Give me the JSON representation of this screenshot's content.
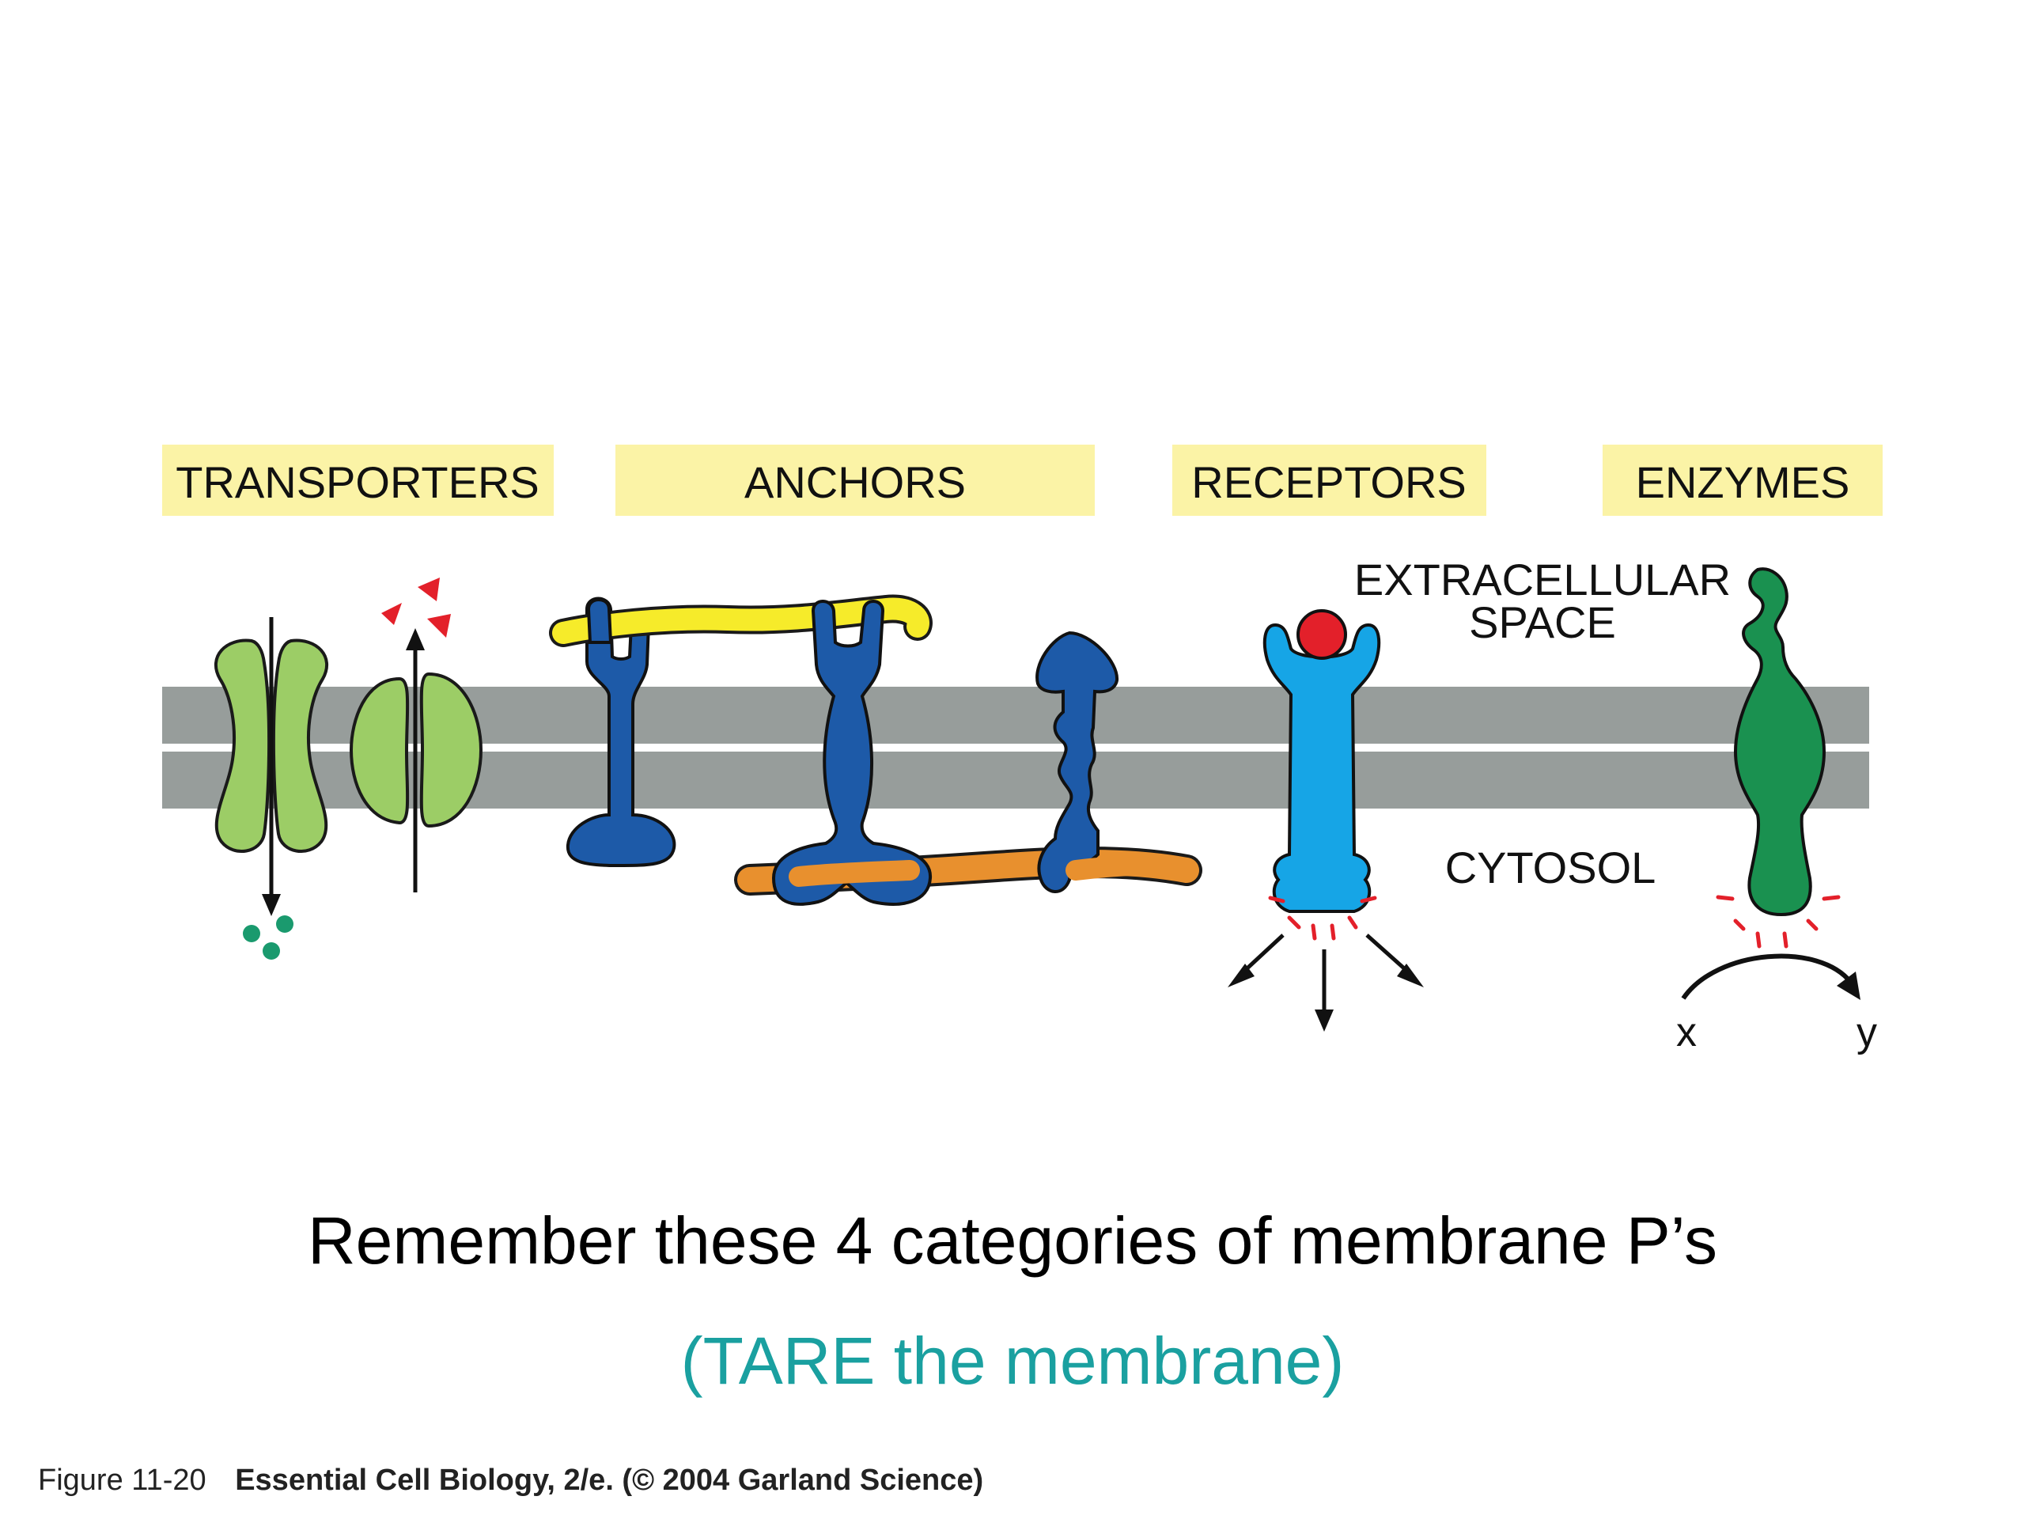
{
  "categories": {
    "transporters": "TRANSPORTERS",
    "anchors": "ANCHORS",
    "receptors": "RECEPTORS",
    "enzymes": "ENZYMES"
  },
  "regions": {
    "extracellular_line1": "EXTRACELLULAR",
    "extracellular_line2": "SPACE",
    "cytosol": "CYTOSOL"
  },
  "enzyme_reaction": {
    "substrate": "x",
    "product": "y"
  },
  "caption": {
    "main": "Remember these 4 categories of membrane P’s",
    "sub": "(TARE the membrane)"
  },
  "credit": {
    "figure": "Figure 11-20",
    "source": "Essential Cell Biology, 2/e. (© 2004 Garland Science)"
  },
  "colors": {
    "label_box": "#fbf3a6",
    "membrane": "#979d9b",
    "transporter": "#9ccd66",
    "anchor_protein": "#1d5aa8",
    "yellow_filament": "#f6eb2a",
    "orange_filament": "#e8902e",
    "receptor": "#16a5e6",
    "ligand": "#e3202a",
    "enzyme": "#1a9150",
    "solute_red": "#e3202a",
    "solute_green": "#1a9a6e",
    "caption_sub": "#1aa0a0"
  }
}
